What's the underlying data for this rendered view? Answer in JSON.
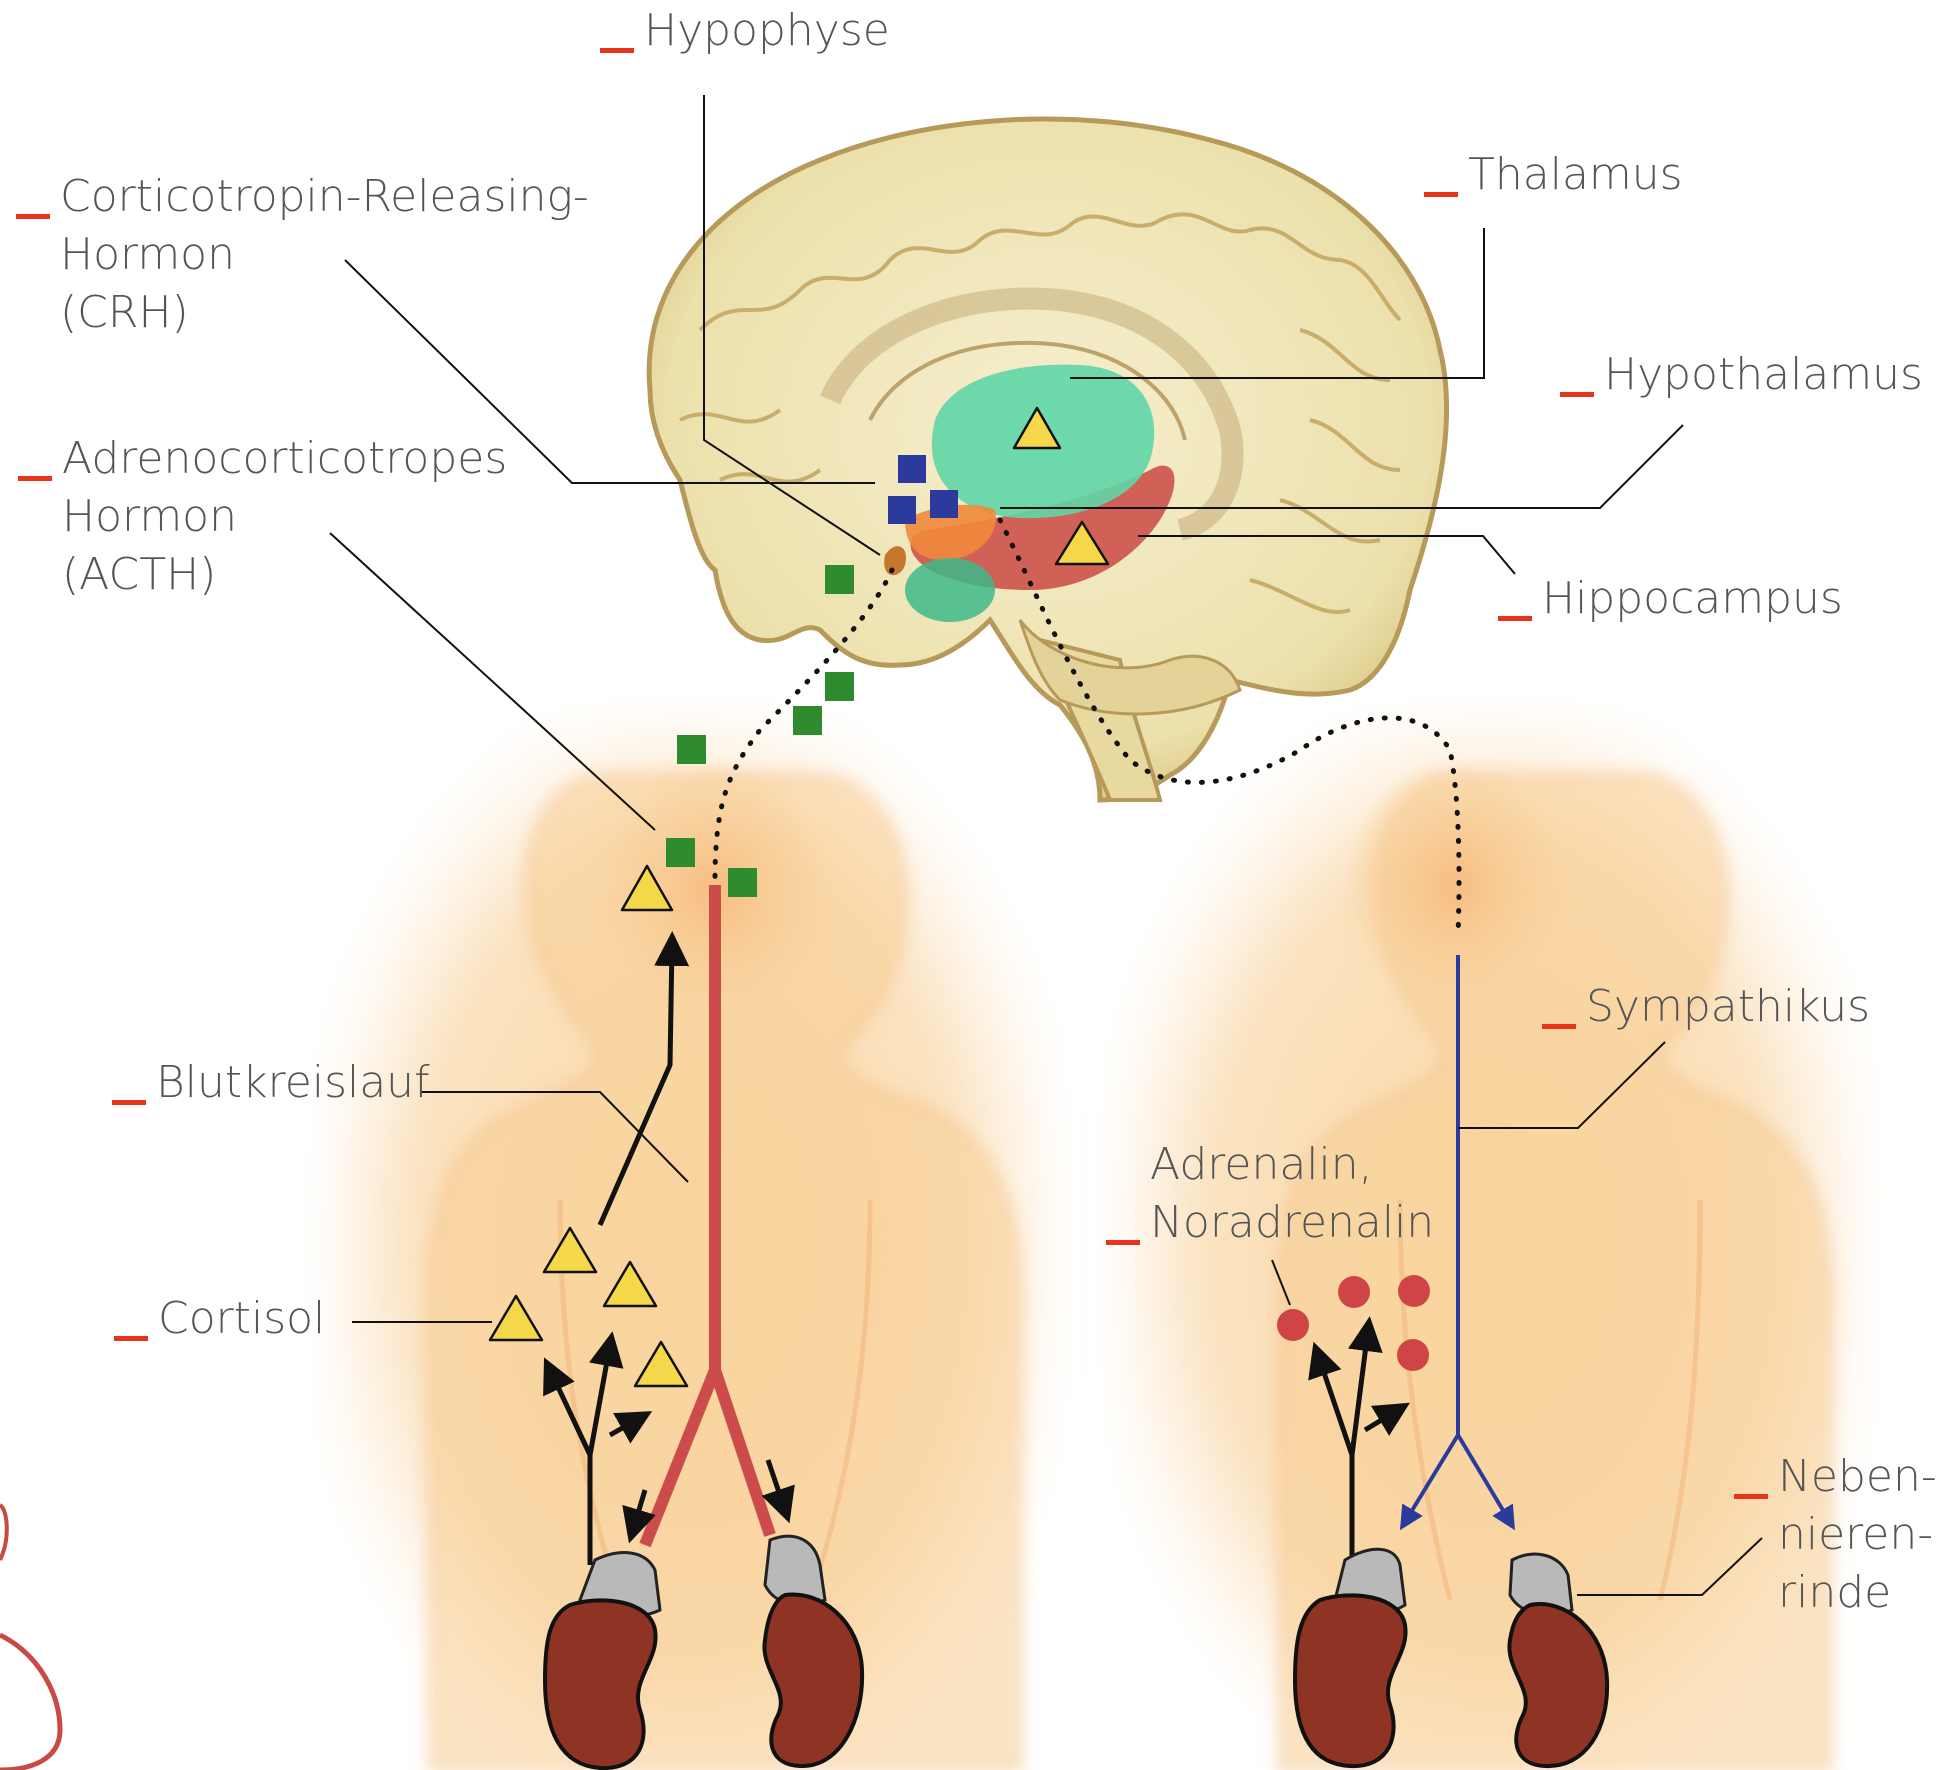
{
  "labels": {
    "hypophyse": "Hypophyse",
    "crh": [
      "Corticotropin-Releasing-",
      "Hormon",
      "(CRH)"
    ],
    "thalamus": "Thalamus",
    "hypothalamus": "Hypothalamus",
    "acth": [
      "Adrenocorticotropes",
      "Hormon",
      "(ACTH)"
    ],
    "hippocampus": "Hippocampus",
    "sympathikus": "Sympathikus",
    "blutkreislauf": "Blutkreislauf",
    "adrenalin": [
      "Adrenalin,",
      "Noradrenalin"
    ],
    "cortisol": "Cortisol",
    "nebennierenrinde": [
      "Neben-",
      "nieren-",
      "rinde"
    ]
  },
  "colors": {
    "label_text": "#555555",
    "label_dash": "#e8341c",
    "body_glow": "#f6c98f",
    "brain": "#f1e6b8",
    "thalamus": "#5fd6a6",
    "hippocampus": "#cf5a50",
    "crh_marker": "#2b3a9c",
    "acth_marker": "#2e8b2e",
    "cortisol_marker": "#f4d84a",
    "adrenalin_marker": "#cf4545",
    "blood_vessel": "#cc4b4b",
    "sympathetic_nerve": "#2b3a9c",
    "kidney": "#8f3424",
    "adrenal_gland": "#b9b9b9"
  },
  "icons": [
    "triangle-marker",
    "square-marker",
    "circle-marker",
    "kidney-icon",
    "adrenal-gland-icon",
    "brain-illustration"
  ]
}
